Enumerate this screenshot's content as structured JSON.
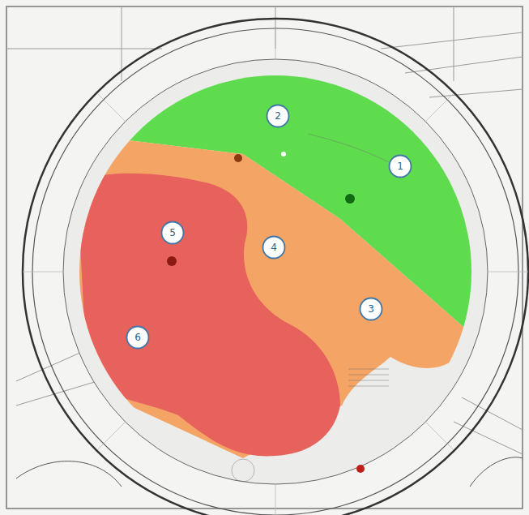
{
  "diagram": {
    "nodes": [
      {
        "text": [
          "2"
        ]
      },
      {
        "text": [
          "1"
        ]
      },
      {
        "text": [
          "5"
        ]
      },
      {
        "text": [
          "4"
        ]
      },
      {
        "text": [
          "3"
        ]
      },
      {
        "text": [
          "6"
        ]
      }
    ]
  }
}
